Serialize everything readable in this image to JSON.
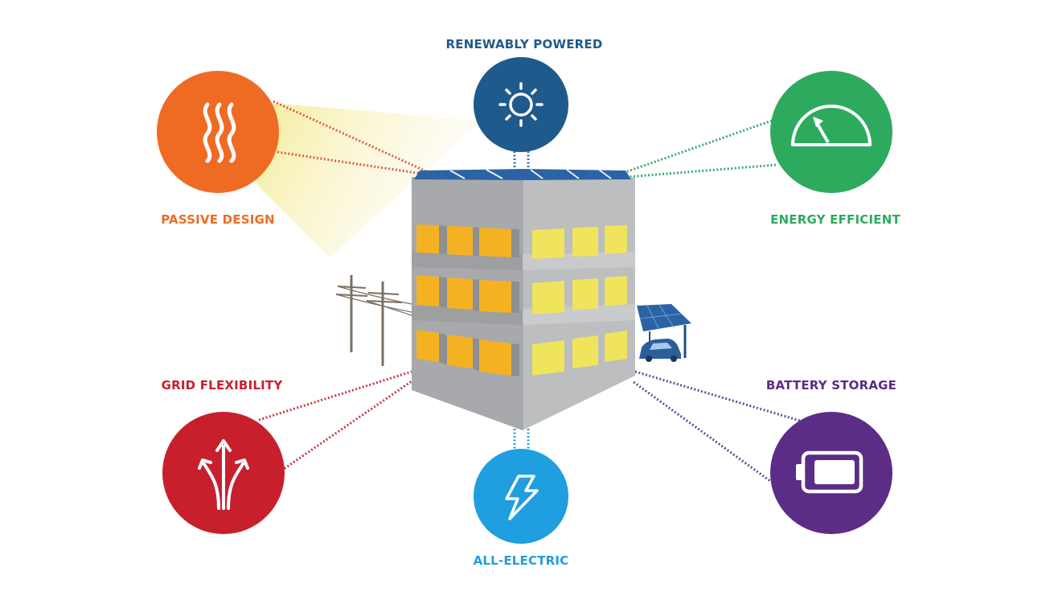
{
  "colors": {
    "passive": "#ef6b24",
    "renewable": "#1f5a8c",
    "efficient": "#2eaa5f",
    "grid": "#c81f2d",
    "battery": "#5b2d86",
    "electric": "#1f9ee0",
    "solar_panel": "#2b63a5",
    "building_left": "#a7a9ac",
    "building_right": "#bcbec0",
    "window_orange": "#f4b223",
    "window_yellow": "#efe45c"
  },
  "features": {
    "renewable": {
      "label": "RENEWABLY POWERED",
      "icon": "sun-icon"
    },
    "passive": {
      "label": "PASSIVE DESIGN",
      "icon": "heat-waves-icon"
    },
    "efficient": {
      "label": "ENERGY EFFICIENT",
      "icon": "gauge-icon"
    },
    "grid": {
      "label": "GRID FLEXIBILITY",
      "icon": "branching-arrows-icon"
    },
    "battery": {
      "label": "BATTERY STORAGE",
      "icon": "battery-icon"
    },
    "electric": {
      "label": "ALL-ELECTRIC",
      "icon": "lightning-bolt-icon"
    }
  },
  "scene": {
    "building": "building-icon",
    "power_lines": "power-pole-icon",
    "carport": "solar-carport-icon",
    "car": "car-icon"
  }
}
